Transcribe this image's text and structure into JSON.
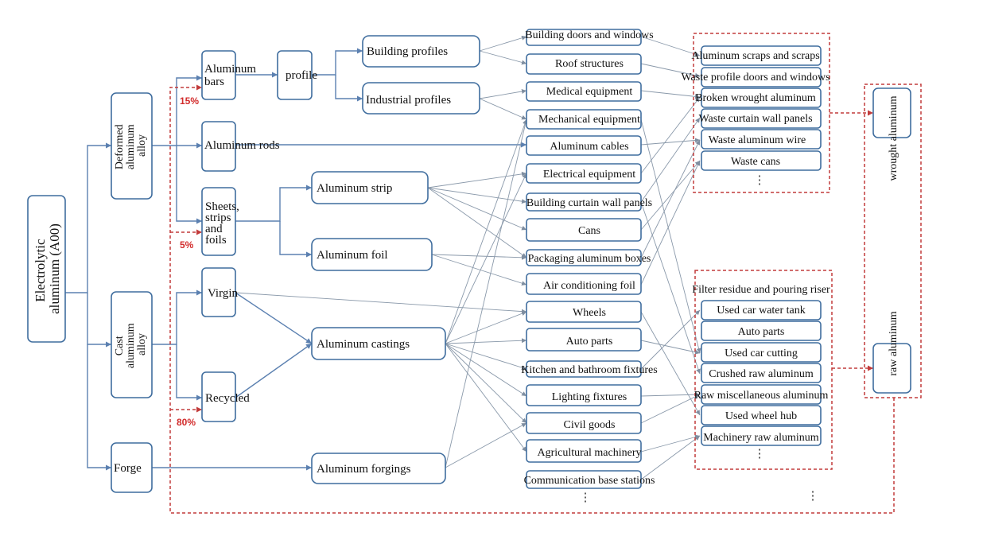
{
  "nodes": {
    "electrolytic": "Electrolytic aluminum (A00)",
    "deformed": "Deformed aluminum alloy",
    "cast": "Cast aluminum alloy",
    "forge": "Forge",
    "bars": "Aluminum bars",
    "rods": "Aluminum rods",
    "sheets": "Sheets, strips and foils",
    "virgin": "Virgin",
    "recycled": "Recycled",
    "profile": "profile",
    "building_profiles": "Building profiles",
    "industrial_profiles": "Industrial profiles",
    "strip": "Aluminum strip",
    "foil": "Aluminum foil",
    "castings": "Aluminum castings",
    "forgings": "Aluminum forgings"
  },
  "percentages": {
    "p15": "15%",
    "p5": "5%",
    "p80": "80%"
  },
  "end_uses": [
    "Building doors and windows",
    "Roof  structures",
    "Medical equipment",
    "Mechanical equipment",
    "Aluminum cables",
    "Electrical equipment",
    "Building curtain wall panels",
    "Cans",
    "Packaging aluminum boxes",
    "Air conditioning foil",
    "Wheels",
    "Auto parts",
    "Kitchen and bathroom fixtures",
    "Lighting fixtures",
    "Civil goods",
    "Agricultural machinery",
    "Communication base stations"
  ],
  "scrap_wrought": [
    "Aluminum scraps and scraps",
    "Waste profile doors and windows",
    "Broken wrought aluminum",
    "Waste curtain wall panels",
    "Waste aluminum wire",
    "Waste cans"
  ],
  "scrap_raw": [
    "Filter residue and pouring riser",
    "Used car water tank",
    "Auto parts",
    "Used car cutting",
    "Crushed raw aluminum",
    "Raw miscellaneous aluminum",
    "Used wheel hub",
    "Machinery raw aluminum"
  ],
  "output": {
    "wrought": "wrought aluminum",
    "raw": "raw aluminum"
  },
  "ellipsis": "⋮"
}
